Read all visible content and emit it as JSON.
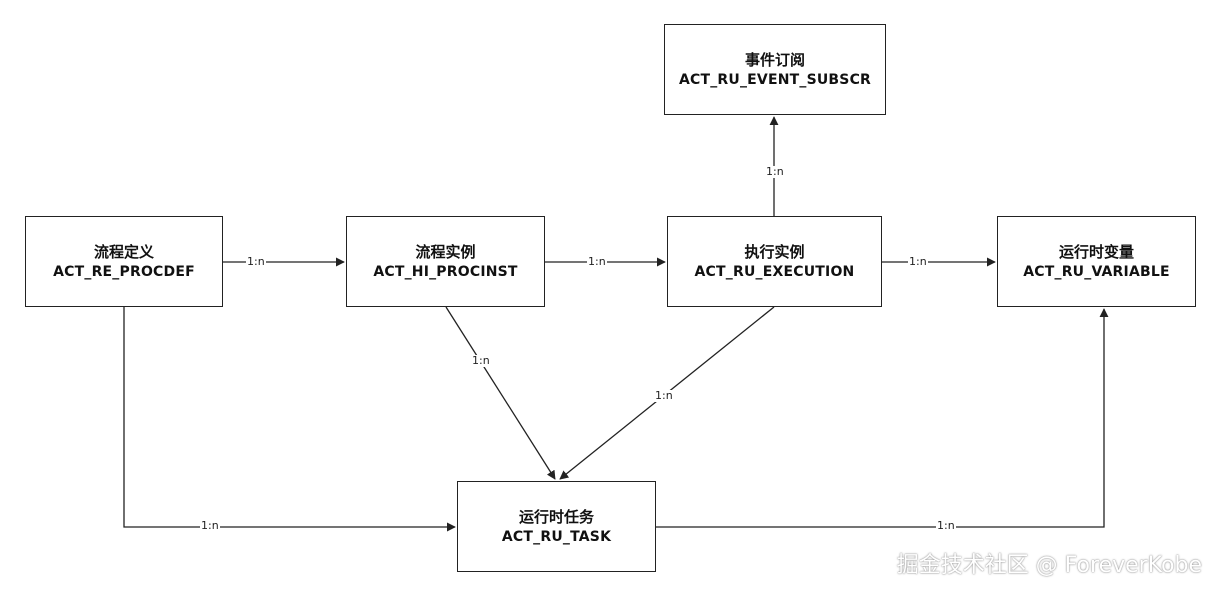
{
  "nodes": {
    "procdef": {
      "cn": "流程定义",
      "en": "ACT_RE_PROCDEF"
    },
    "procinst": {
      "cn": "流程实例",
      "en": "ACT_HI_PROCINST"
    },
    "execution": {
      "cn": "执行实例",
      "en": "ACT_RU_EXECUTION"
    },
    "variable": {
      "cn": "运行时变量",
      "en": "ACT_RU_VARIABLE"
    },
    "event": {
      "cn": "事件订阅",
      "en": "ACT_RU_EVENT_SUBSCR"
    },
    "task": {
      "cn": "运行时任务",
      "en": "ACT_RU_TASK"
    }
  },
  "edges": {
    "def_inst": "1:n",
    "inst_exec": "1:n",
    "exec_var": "1:n",
    "exec_event": "1:n",
    "inst_task": "1:n",
    "exec_task": "1:n",
    "def_task": "1:n",
    "task_var": "1:n"
  },
  "watermark": "掘金技术社区 @ ForeverKobe",
  "colors": {
    "line": "#222222",
    "border": "#222222",
    "background": "#ffffff"
  }
}
